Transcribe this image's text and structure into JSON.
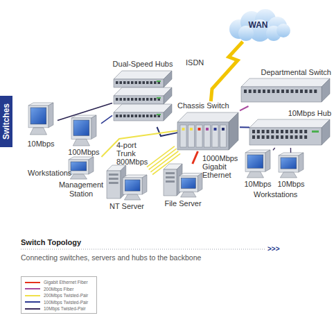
{
  "diagram": {
    "title": "Switch Topology",
    "caption": "Connecting switches, servers and hubs to the backbone",
    "nodes": [
      {
        "text": [
          "WAN"
        ]
      },
      {
        "text": [
          "Dual-Speed Hubs"
        ]
      },
      {
        "text": [
          "Chassis Switch"
        ]
      },
      {
        "text": [
          "Departmental Switch"
        ]
      },
      {
        "text": [
          "10Mbps Hub"
        ]
      },
      {
        "text": [
          "10Mbps"
        ]
      },
      {
        "text": [
          "100Mbps"
        ]
      },
      {
        "text": [
          "Management Station"
        ]
      },
      {
        "text": [
          "NT Server"
        ]
      },
      {
        "text": [
          "File Server"
        ]
      },
      {
        "text": [
          "10Mbps"
        ]
      },
      {
        "text": [
          "10Mbps"
        ]
      }
    ],
    "edges": [
      {
        "from": 0,
        "to": 2,
        "label": "ISDN",
        "arrow": "none"
      },
      {
        "from": 1,
        "to": 2,
        "arrow": "none"
      },
      {
        "from": 5,
        "to": 1,
        "arrow": "none"
      },
      {
        "from": 6,
        "to": 1,
        "arrow": "none"
      },
      {
        "from": 7,
        "to": 2,
        "arrow": "none"
      },
      {
        "from": 8,
        "to": 2,
        "label": "4-port Trunk 800Mbps",
        "arrow": "none"
      },
      {
        "from": 9,
        "to": 2,
        "label": "1000Mbps Gigabit Ethernet",
        "arrow": "none"
      },
      {
        "from": 2,
        "to": 3,
        "arrow": "none"
      },
      {
        "from": 2,
        "to": 4,
        "arrow": "none"
      },
      {
        "from": 4,
        "to": 10,
        "arrow": "none"
      },
      {
        "from": 4,
        "to": 11,
        "arrow": "none"
      }
    ],
    "labels": [
      "Switches",
      "Workstations",
      "Workstations",
      ">>>"
    ],
    "legend": [
      {
        "text": "Gigabit Ethernet Fiber",
        "color": "#e5321b"
      },
      {
        "text": "200Mbps Fiber",
        "color": "#a8489e"
      },
      {
        "text": "200Mbps Twisted-Pair",
        "color": "#f0e04a"
      },
      {
        "text": "100Mbps Twisted-Pair",
        "color": "#2d3a92"
      },
      {
        "text": "10Mbps Twisted-Pair",
        "color": "#3b2c5c"
      }
    ]
  }
}
